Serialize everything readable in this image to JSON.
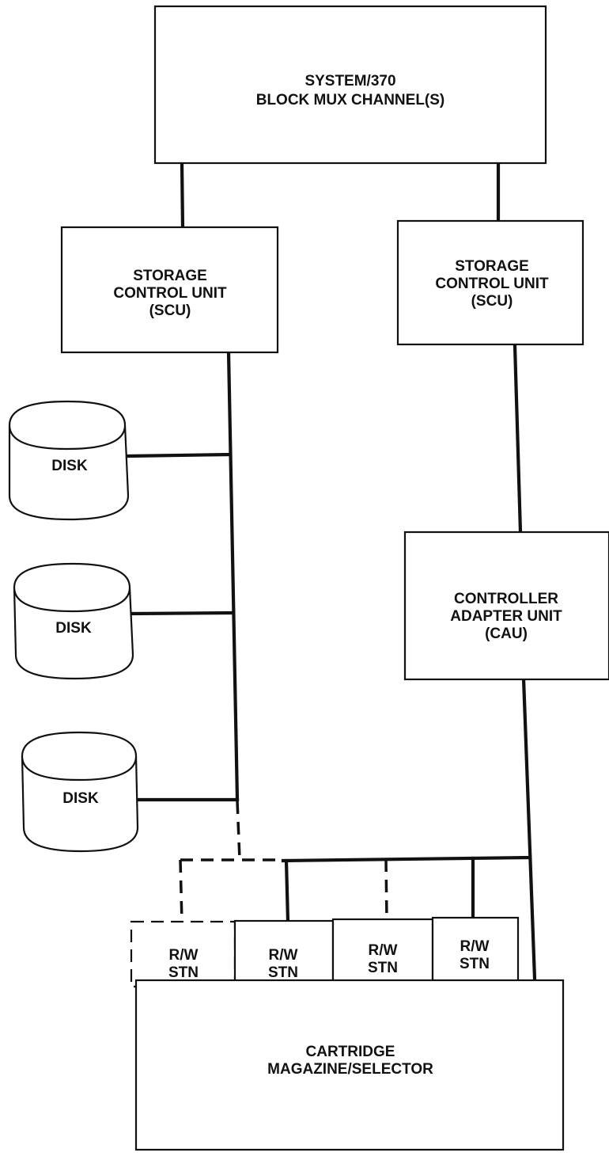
{
  "channel": {
    "lines": [
      "SYSTEM/370",
      "BLOCK MUX CHANNEL(S)"
    ]
  },
  "scu_left": {
    "lines": [
      "STORAGE",
      "CONTROL UNIT",
      "(SCU)"
    ]
  },
  "scu_right": {
    "lines": [
      "STORAGE",
      "CONTROL UNIT",
      "(SCU)"
    ]
  },
  "disks": [
    {
      "label": "DISK"
    },
    {
      "label": "DISK"
    },
    {
      "label": "DISK"
    }
  ],
  "cau": {
    "lines": [
      "CONTROLLER",
      "ADAPTER UNIT",
      "(CAU)"
    ]
  },
  "stations": [
    {
      "lines": [
        "R/W",
        "STN"
      ]
    },
    {
      "lines": [
        "R/W",
        "STN"
      ]
    },
    {
      "lines": [
        "R/W",
        "STN"
      ]
    },
    {
      "lines": [
        "R/W",
        "STN"
      ]
    }
  ],
  "magazine": {
    "lines": [
      "CARTRIDGE",
      "MAGAZINE/SELECTOR"
    ]
  }
}
